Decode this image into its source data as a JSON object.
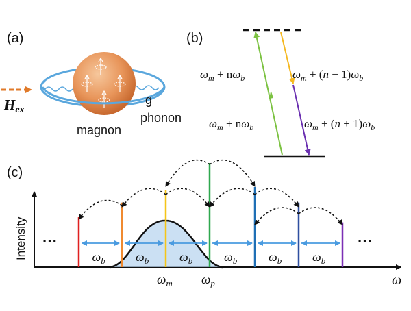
{
  "panel_a": {
    "label": "(a)",
    "field": "H",
    "field_sub": "ex",
    "coupling": "g",
    "magnon": "magnon",
    "phonon": "phonon",
    "colors": {
      "sphere": "#e8955a",
      "ring": "#5aa7dd",
      "field_arrow": "#e07a2a"
    }
  },
  "panel_b": {
    "label": "(b)",
    "eq_left_top": "ω_m + nω_b",
    "eq_left_bottom": "ω_m + nω_b",
    "eq_right_top": "ω_m + (n − 1)ω_b",
    "eq_right_bottom": "ω_m + (n + 1)ω_b",
    "colors": {
      "green": "#7cc242",
      "yellow": "#f5b820",
      "purple": "#6a2fb0"
    }
  },
  "panel_c": {
    "label": "(c)",
    "ylabel": "Intensity",
    "xlabel": "ω",
    "ellipsis_left": "···",
    "ellipsis_right": "···",
    "spacing_label": "ω_b",
    "omega_m": "ω_m",
    "omega_p": "ω_p",
    "line_colors": [
      "#e02020",
      "#f08a30",
      "#f5c518",
      "#2fa84f",
      "#1f6fb5",
      "#2e4fa0",
      "#7b2fb5"
    ],
    "line_heights": [
      0.48,
      0.62,
      0.74,
      1.0,
      0.77,
      0.62,
      0.43
    ],
    "omega_b_labels": [
      "ω_b",
      "ω_b",
      "ω_b",
      "ω_b",
      "ω_b",
      "ω_b"
    ]
  }
}
